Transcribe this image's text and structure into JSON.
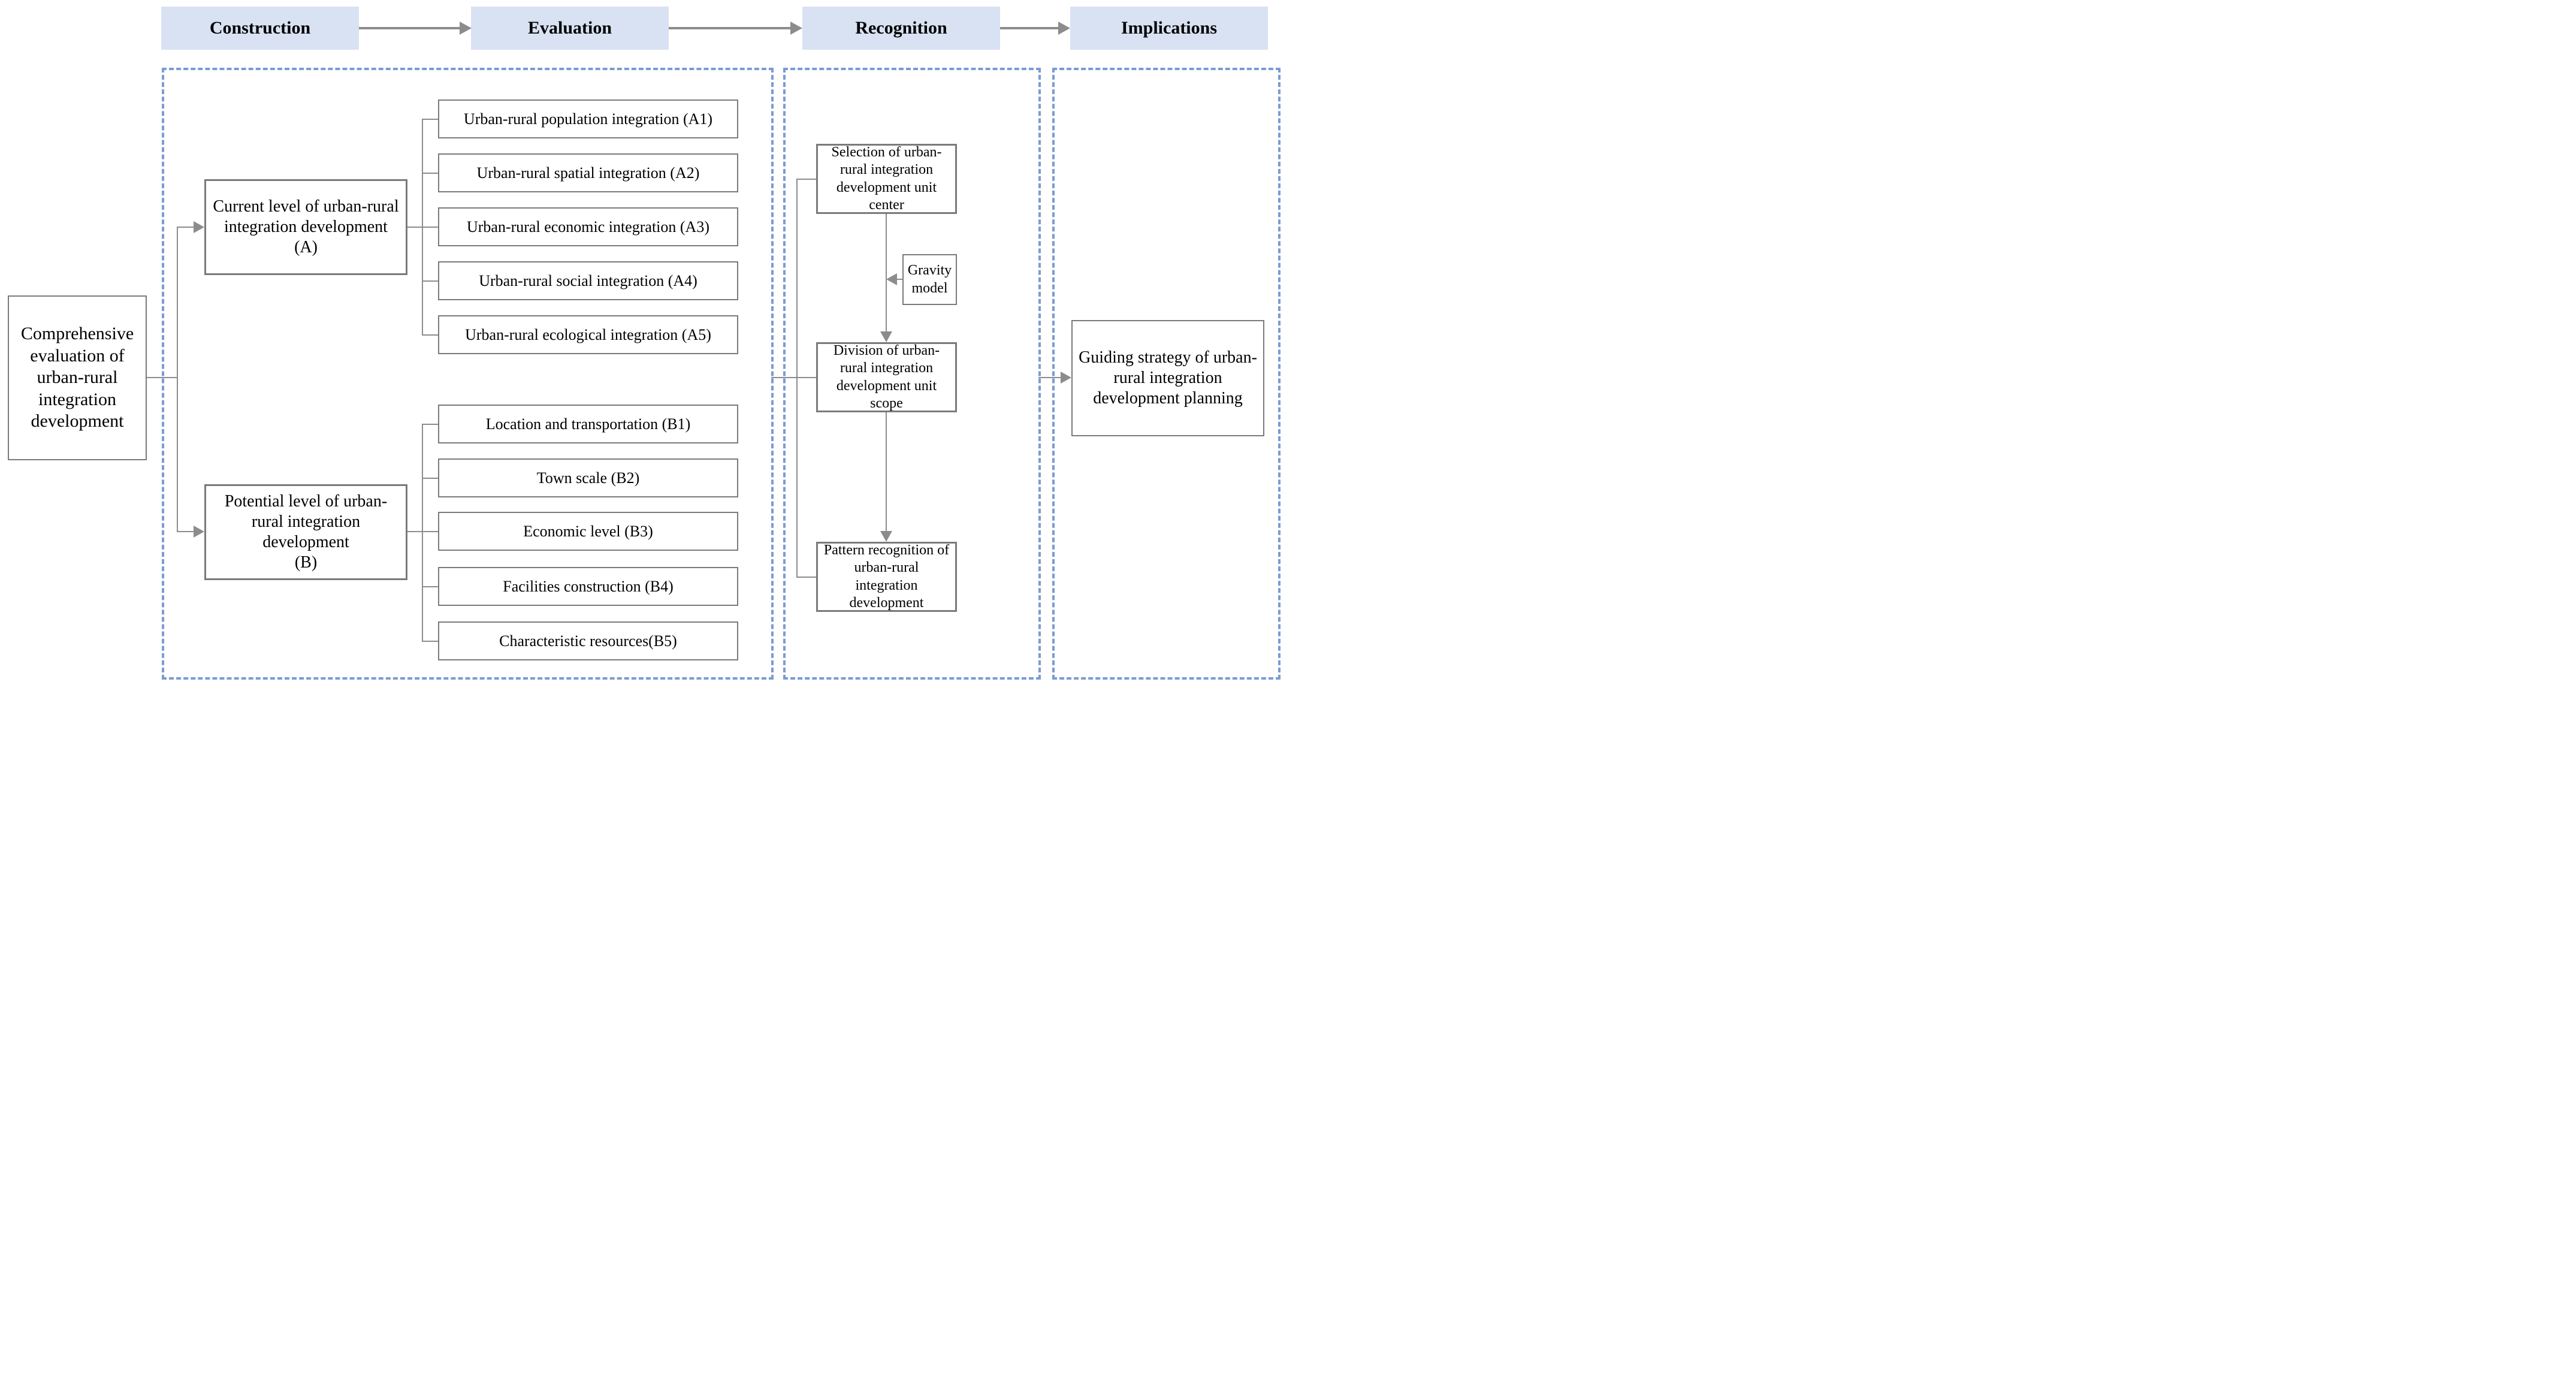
{
  "colors": {
    "header_bg": "#d9e2f3",
    "panel_dashed_border": "#7b9bd2",
    "box_border": "#7a7a7a",
    "connector_line": "#8c8c8c",
    "text": "#000000",
    "background": "#ffffff"
  },
  "header": {
    "steps": [
      "Construction",
      "Evaluation",
      "Recognition",
      "Implications"
    ]
  },
  "root_box": {
    "label": "Comprehensive evaluation of urban-rural integration development"
  },
  "construction": {
    "current": {
      "label": "Current level of urban-rural integration development",
      "code": "(A)"
    },
    "potential": {
      "label": "Potential level of urban-rural integration development",
      "code": "(B)"
    }
  },
  "evaluation": {
    "current_indicators": [
      "Urban-rural population integration (A1)",
      "Urban-rural spatial integration (A2)",
      "Urban-rural economic integration (A3)",
      "Urban-rural social integration (A4)",
      "Urban-rural ecological integration (A5)"
    ],
    "potential_indicators": [
      "Location and transportation (B1)",
      "Town scale (B2)",
      "Economic level (B3)",
      "Facilities construction (B4)",
      "Characteristic resources(B5)"
    ]
  },
  "recognition": {
    "selection": "Selection of urban-rural integration development unit center",
    "gravity": "Gravity model",
    "division": "Division of urban-rural integration development unit scope",
    "pattern": "Pattern recognition of urban-rural integration development"
  },
  "implications": {
    "guiding": "Guiding strategy of urban-rural integration development planning"
  }
}
